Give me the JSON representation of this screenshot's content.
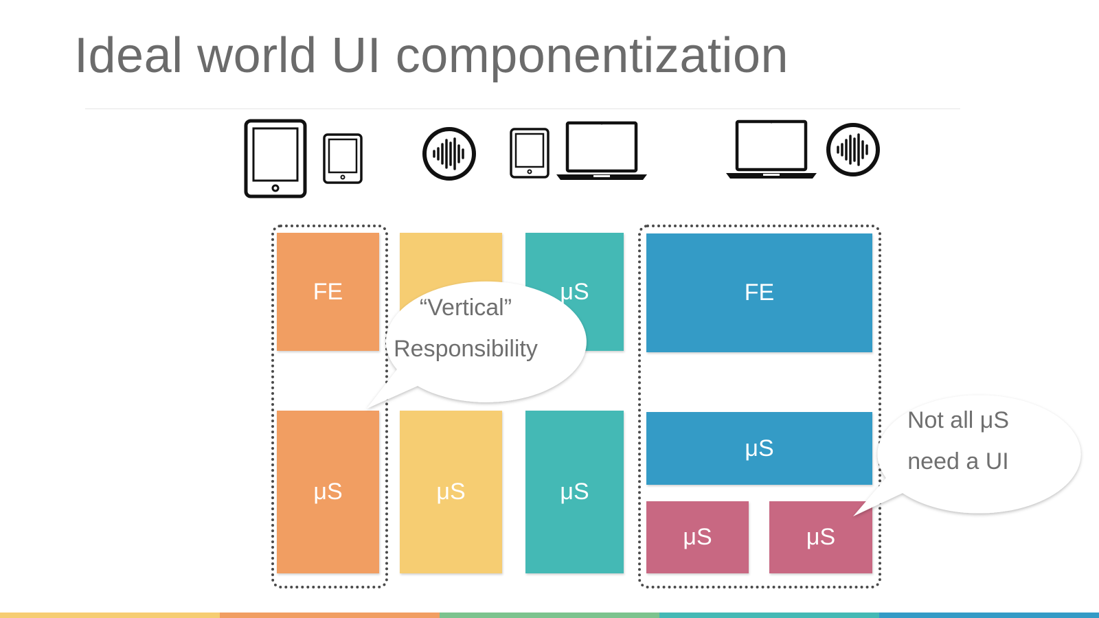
{
  "slide": {
    "title": "Ideal world UI componentization"
  },
  "devices": [
    {
      "icon": "tablet-large-icon"
    },
    {
      "icon": "tablet-small-icon"
    },
    {
      "icon": "voice-assistant-icon"
    },
    {
      "icon": "tablet-small-icon"
    },
    {
      "icon": "laptop-icon"
    },
    {
      "icon": "laptop-icon"
    },
    {
      "icon": "voice-assistant-icon"
    }
  ],
  "columns": {
    "col1": {
      "top": "FE",
      "bottom": "μS",
      "color": "#f19e62"
    },
    "col2": {
      "bottom": "μS",
      "color": "#f6cd72"
    },
    "col3": {
      "top": "μS",
      "bottom": "μS",
      "color": "#44b9b5"
    },
    "col4": {
      "top": "FE",
      "middle": "μS",
      "bottom_left": "μS",
      "bottom_right": "μS",
      "color_blue": "#349bc6",
      "color_pink": "#c86882"
    }
  },
  "callouts": {
    "vertical": {
      "line1": "“Vertical”",
      "line2": "Responsibility"
    },
    "not_all": {
      "line1": "Not all μS",
      "line2": "need a UI"
    }
  },
  "footer_colors": [
    "#f6cd72",
    "#f19e62",
    "#7cc38e",
    "#44b9b5",
    "#349bc6"
  ]
}
